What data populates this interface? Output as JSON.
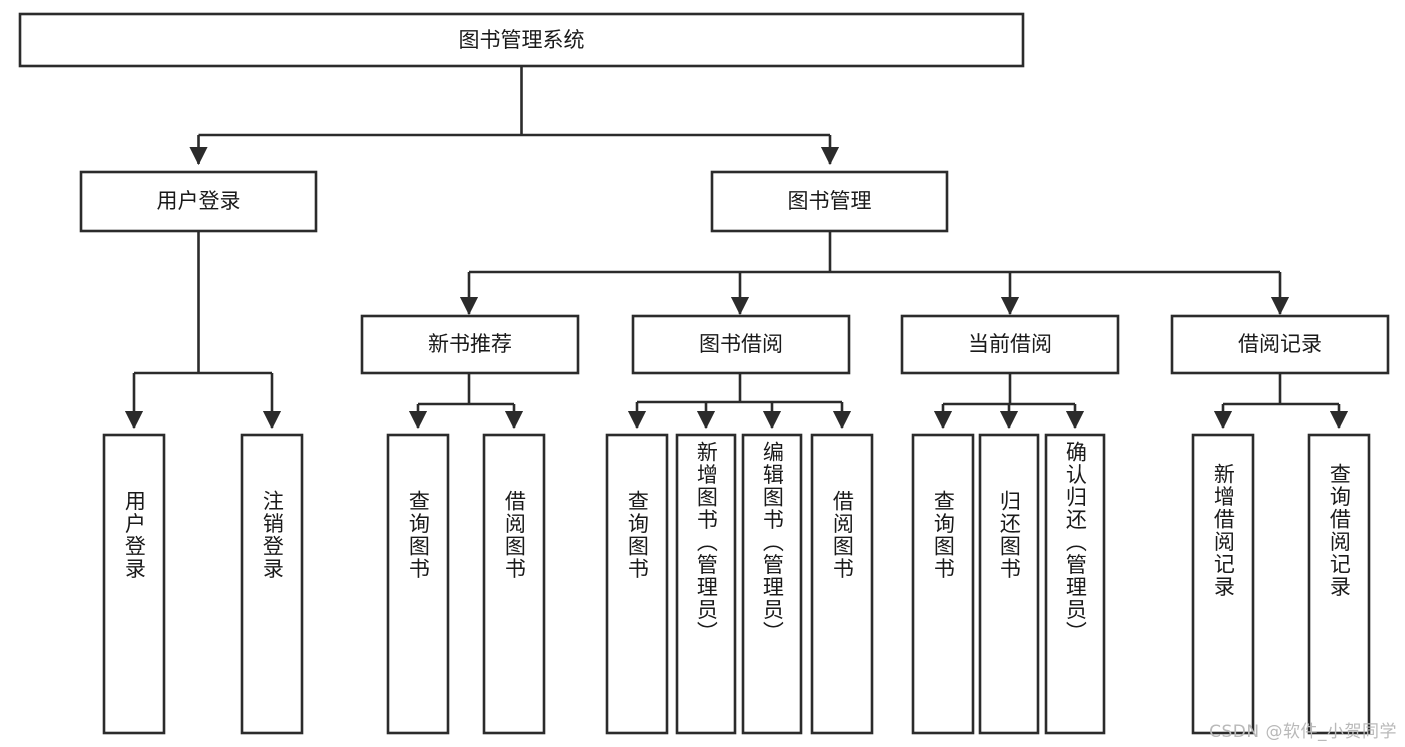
{
  "diagram": {
    "title": "图书管理系统",
    "type": "tree-hierarchy-diagram",
    "colors": {
      "box_stroke": "#2b2b2b",
      "box_fill": "#ffffff",
      "text": "#1a1a1a",
      "background": "#ffffff",
      "watermark": "#b9b9b9"
    },
    "root": {
      "label": "图书管理系统"
    },
    "level2": [
      {
        "label": "用户登录"
      },
      {
        "label": "图书管理"
      }
    ],
    "level3": [
      {
        "label": "新书推荐"
      },
      {
        "label": "图书借阅"
      },
      {
        "label": "当前借阅"
      },
      {
        "label": "借阅记录"
      }
    ],
    "leaves": {
      "user_login": [
        {
          "label": "用户登录"
        },
        {
          "label": "注销登录"
        }
      ],
      "new_book_recommend": [
        {
          "label": "查询图书"
        },
        {
          "label": "借阅图书"
        }
      ],
      "book_borrow": [
        {
          "label": "查询图书"
        },
        {
          "label": "新增图书（管理员）"
        },
        {
          "label": "编辑图书（管理员）"
        },
        {
          "label": "借阅图书"
        }
      ],
      "current_borrow": [
        {
          "label": "查询图书"
        },
        {
          "label": "归还图书"
        },
        {
          "label": "确认归还（管理员）"
        }
      ],
      "borrow_record": [
        {
          "label": "新增借阅记录"
        },
        {
          "label": "查询借阅记录"
        }
      ]
    },
    "watermark": "CSDN @软件_小贺同学"
  }
}
